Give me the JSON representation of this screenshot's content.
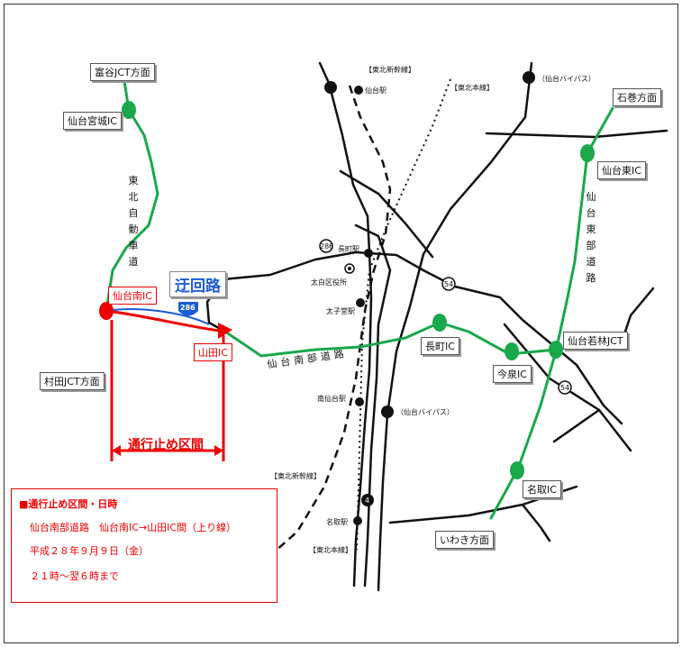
{
  "labels": {
    "tomiya_jct": "富谷JCT方面",
    "sendai_miyagi_ic": "仙台宮城IC",
    "tohoku_expressway": "東北自動車道",
    "sendai_minami_ic": "仙台南IC",
    "detour": "迂回路",
    "route_286": "286",
    "yamada_ic": "山田IC",
    "murata_jct": "村田JCT方面",
    "closure_section": "通行止め区間",
    "tohoku_shinkansen_top": "【東北新幹線】",
    "tohoku_honsen_top": "【東北本線】",
    "sendai_station": "仙台駅",
    "sendai_bypass_top": "（仙台バイパス）",
    "ishinomaki": "石巻方面",
    "sendai_higashi_ic": "仙台東IC",
    "sendai_tobu_road": "仙台東部道路",
    "route_286_mid": "286",
    "nagamachi_station": "長町駅",
    "taihaku_ward_office": "太白区役所",
    "route_54": "54",
    "taishido_station": "太子堂駅",
    "nagamachi_ic": "長町IC",
    "imaizumi_ic": "今泉IC",
    "sendai_wakabayashi_jct": "仙台若林JCT",
    "sendai_nambu_road": "仙台南部道路",
    "minami_sendai_station": "南仙台駅",
    "sendai_bypass_bottom": "（仙台バイパス）",
    "route_4": "4",
    "route_54_lower": "54",
    "tohoku_shinkansen_bottom": "【東北新幹線】",
    "natori_ic": "名取IC",
    "natori_station": "名取駅",
    "iwaki": "いわき方面",
    "tohoku_honsen_bottom": "【東北本線】"
  },
  "notice": {
    "heading": "■通行止め区間・日時",
    "section": "仙台南部道路　仙台南IC→山田IC間（上り線）",
    "date": "平成２８年９月９日（金）",
    "time": "２１時～翌６時まで"
  },
  "colors": {
    "expressway": "#19a84a",
    "road": "#111111",
    "closure": "#e00000",
    "detour": "#1a5bd6",
    "ic_marker": "#19a84a",
    "closure_marker": "#ee0000"
  }
}
